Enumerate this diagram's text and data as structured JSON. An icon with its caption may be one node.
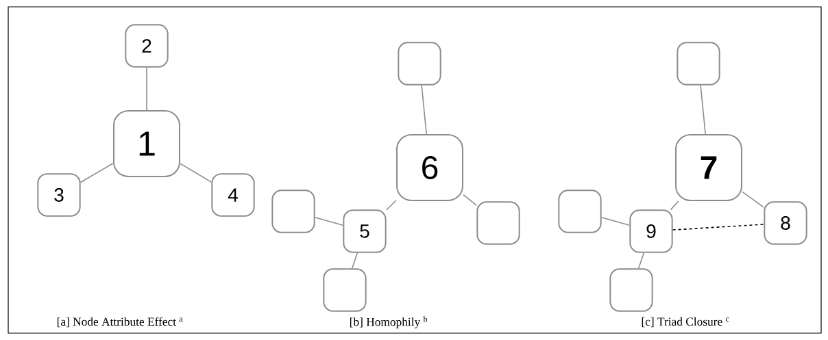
{
  "diagram": {
    "nodes": [
      {
        "text": [
          "1"
        ]
      },
      {
        "text": [
          "2"
        ]
      },
      {
        "text": [
          "3"
        ]
      },
      {
        "text": [
          "4"
        ]
      },
      {
        "text": [],
        "shape": "box"
      },
      {
        "text": [
          "6"
        ]
      },
      {
        "text": [],
        "shape": "box"
      },
      {
        "text": [
          "5"
        ]
      },
      {
        "text": [],
        "shape": "box"
      },
      {
        "text": [],
        "shape": "box"
      },
      {
        "text": [],
        "shape": "box"
      },
      {
        "text": [
          "7"
        ]
      },
      {
        "text": [],
        "shape": "box"
      },
      {
        "text": [
          "9"
        ]
      },
      {
        "text": [
          "8"
        ]
      },
      {
        "text": [],
        "shape": "box"
      }
    ],
    "edges": [
      {
        "from": 0,
        "to": 1,
        "arrow": "none"
      },
      {
        "from": 0,
        "to": 2,
        "arrow": "none"
      },
      {
        "from": 0,
        "to": 3,
        "arrow": "none"
      },
      {
        "from": 5,
        "to": 4,
        "arrow": "none"
      },
      {
        "from": 5,
        "to": 7,
        "arrow": "none"
      },
      {
        "from": 7,
        "to": 6,
        "arrow": "none"
      },
      {
        "from": 7,
        "to": 9,
        "arrow": "none"
      },
      {
        "from": 5,
        "to": 8,
        "arrow": "none"
      },
      {
        "from": 11,
        "to": 10,
        "arrow": "none"
      },
      {
        "from": 11,
        "to": 13,
        "arrow": "none"
      },
      {
        "from": 13,
        "to": 12,
        "arrow": "none"
      },
      {
        "from": 13,
        "to": 15,
        "arrow": "none"
      },
      {
        "from": 11,
        "to": 14,
        "arrow": "none"
      },
      {
        "from": 13,
        "to": 14,
        "arrow": "none",
        "style": "dashed",
        "color": "#000000"
      }
    ],
    "labels": [
      "[a] Node Attribute Effect $^{a}$",
      "[b] Homophily $^{b}$",
      "[c] Triad Closure $^{c}$"
    ]
  }
}
